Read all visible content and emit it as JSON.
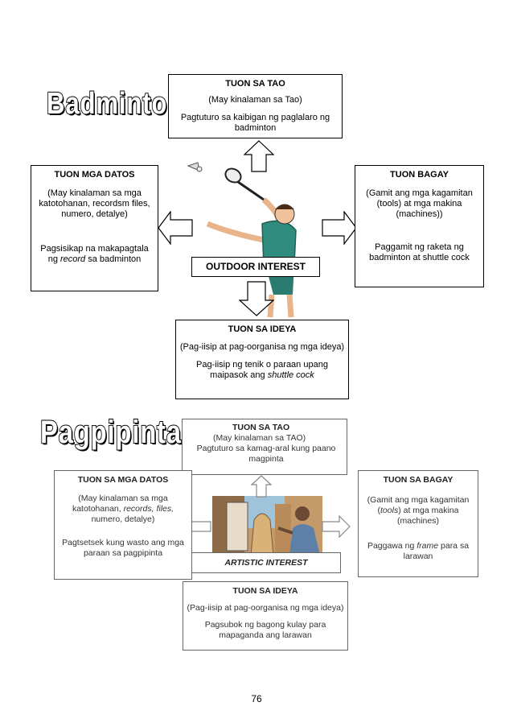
{
  "badminton": {
    "title": "Badminton",
    "center_label": "OUTDOOR INTEREST",
    "top": {
      "heading": "TUON SA TAO",
      "sub": "(May kinalaman sa Tao)",
      "body": "Pagtuturo sa kaibigan ng paglalaro ng badminton"
    },
    "left": {
      "heading": "TUON MGA DATOS",
      "sub": "(May kinalaman sa mga katotohanan, recordsm files, numero, detalye)",
      "body_pre": "Pagsisikap na makapagtala  ng ",
      "body_em": "record",
      "body_post": " sa badminton"
    },
    "right": {
      "heading": "TUON BAGAY",
      "sub": "(Gamit ang mga kagamitan (tools) at mga makina (machines))",
      "body": "Paggamit ng raketa ng badminton at shuttle cock"
    },
    "bottom": {
      "heading": "TUON SA IDEYA",
      "sub": "(Pag-iisip at pag-oorganisa ng mga ideya)",
      "body_pre": "Pag-iisip ng tenik o paraan upang maipasok ang ",
      "body_em": "shuttle cock"
    }
  },
  "pagpipinta": {
    "title": "Pagpipinta",
    "center_label": "ARTISTIC INTEREST",
    "top": {
      "heading": "TUON SA TAO",
      "sub": "(May kinalaman sa TAO)",
      "body": "Pagtuturo sa kamag-aral kung paano magpinta"
    },
    "left": {
      "heading": "TUON SA MGA DATOS",
      "sub_pre": "(May kinalaman sa mga katotohanan, ",
      "sub_em": "records, files,",
      "sub_post": " numero, detalye)",
      "body": "Pagtsetsek kung wasto ang mga paraan sa pagpipinta"
    },
    "right": {
      "heading": "TUON SA BAGAY",
      "sub_pre": "(Gamit ang mga kagamitan (",
      "sub_em": "tools",
      "sub_post": ") at mga makina (machines)",
      "body_pre": "Paggawa ng ",
      "body_em": "frame",
      "body_post": " para sa larawan"
    },
    "bottom": {
      "heading": "TUON SA IDEYA",
      "sub": "(Pag-iisip at pag-oorganisa ng mga ideya)",
      "body": "Pagsubok ng bagong kulay para mapaganda ang larawan"
    }
  },
  "page_number": "76"
}
